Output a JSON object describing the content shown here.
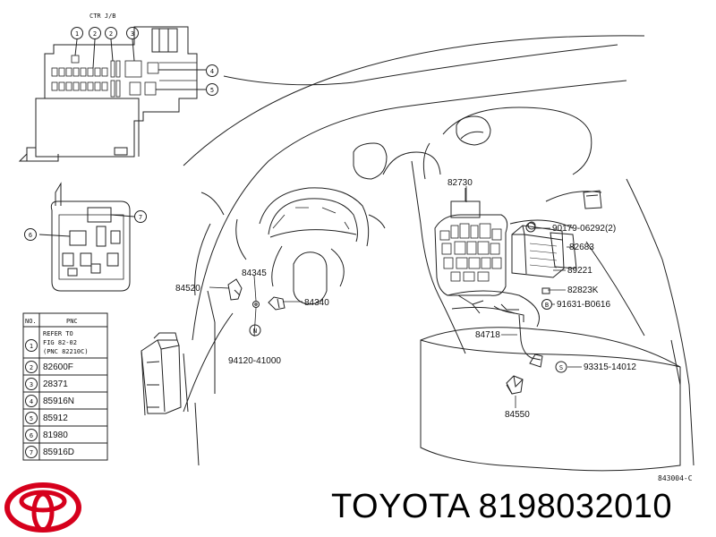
{
  "inset_title": "CTR J/B",
  "callouts": {
    "c1": "1",
    "c2a": "2",
    "c2b": "2",
    "c3": "3",
    "c4": "4",
    "c5": "5",
    "c6": "6",
    "c7": "7",
    "b": "B",
    "n": "N",
    "s": "S"
  },
  "parts": {
    "p82730": "82730",
    "p90179": "90179-06292(2)",
    "p82683": "82683",
    "p89221": "89221",
    "p82823": "82823K",
    "p91631": "91631-B0616",
    "p84345": "84345",
    "p84520": "84520",
    "p84340": "84340",
    "p84718": "84718",
    "p94120": "94120-41000",
    "p93315": "93315-14012",
    "p84550": "84550"
  },
  "table": {
    "header_no": "NO.",
    "header_pnc": "PNC",
    "rows": [
      {
        "no": "1",
        "pnc": [
          "REFER TO",
          "FIG 82-02",
          "(PNC 82210C)"
        ]
      },
      {
        "no": "2",
        "pnc": [
          "82600F"
        ]
      },
      {
        "no": "3",
        "pnc": [
          "28371"
        ]
      },
      {
        "no": "4",
        "pnc": [
          "85916N"
        ]
      },
      {
        "no": "5",
        "pnc": [
          "85912"
        ]
      },
      {
        "no": "6",
        "pnc": [
          "81980"
        ]
      },
      {
        "no": "7",
        "pnc": [
          "85916D"
        ]
      }
    ]
  },
  "figure_code": "843004-C",
  "brand_text": "TOYOTA 8198032010",
  "logo_color": "#d6001c"
}
